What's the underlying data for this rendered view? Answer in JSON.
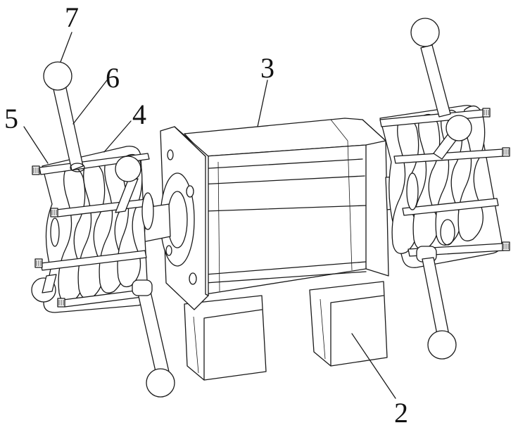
{
  "callouts": [
    {
      "id": "label-7",
      "text": "7"
    },
    {
      "id": "label-6",
      "text": "6"
    },
    {
      "id": "label-5",
      "text": "5"
    },
    {
      "id": "label-4",
      "text": "4"
    },
    {
      "id": "label-3",
      "text": "3"
    },
    {
      "id": "label-2",
      "text": "2"
    }
  ]
}
